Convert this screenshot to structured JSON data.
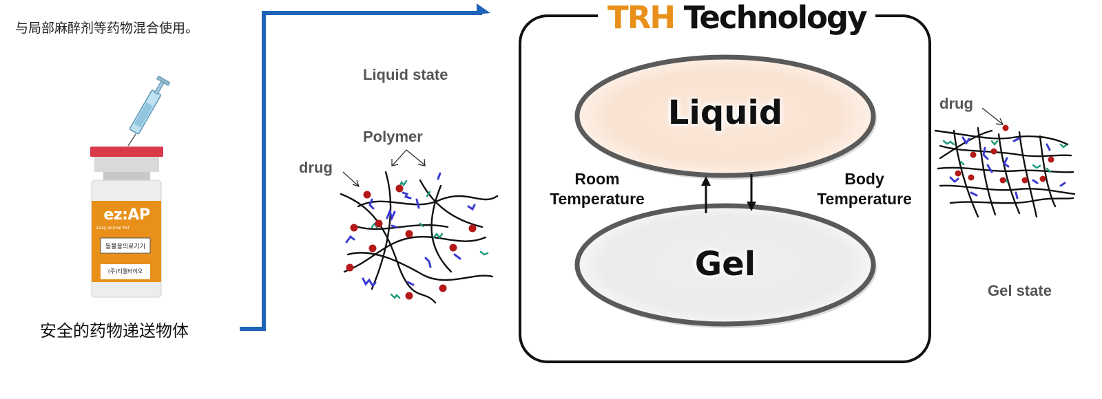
{
  "intro_text": "与局部麻醉剂等药物混合使用。",
  "product": {
    "brand": "ez:AP",
    "brand_sub": "Easy animal Pet",
    "label_box": "동물용의료기기",
    "maker": "(주)티젤바이오",
    "caption": "安全的药物递送物体"
  },
  "liquid_panel": {
    "state_label": "Liquid state",
    "polymer_label": "Polymer",
    "drug_label": "drug"
  },
  "trh": {
    "title_accent": "TRH",
    "title_main": "Technology",
    "liquid": "Liquid",
    "gel": "Gel",
    "left_label_line1": "Room",
    "left_label_line2": "Temperature",
    "right_label_line1": "Body",
    "right_label_line2": "Temperature"
  },
  "gel_panel": {
    "drug_label": "drug",
    "state_label": "Gel state"
  },
  "colors": {
    "accent_orange": "#e8901a",
    "connector_blue": "#1f64b8",
    "drug_red": "#b41818",
    "polymer_blue": "#3a3ad2",
    "polymer_green": "#1e9b7a",
    "vial_cap": "#d83a4a"
  }
}
